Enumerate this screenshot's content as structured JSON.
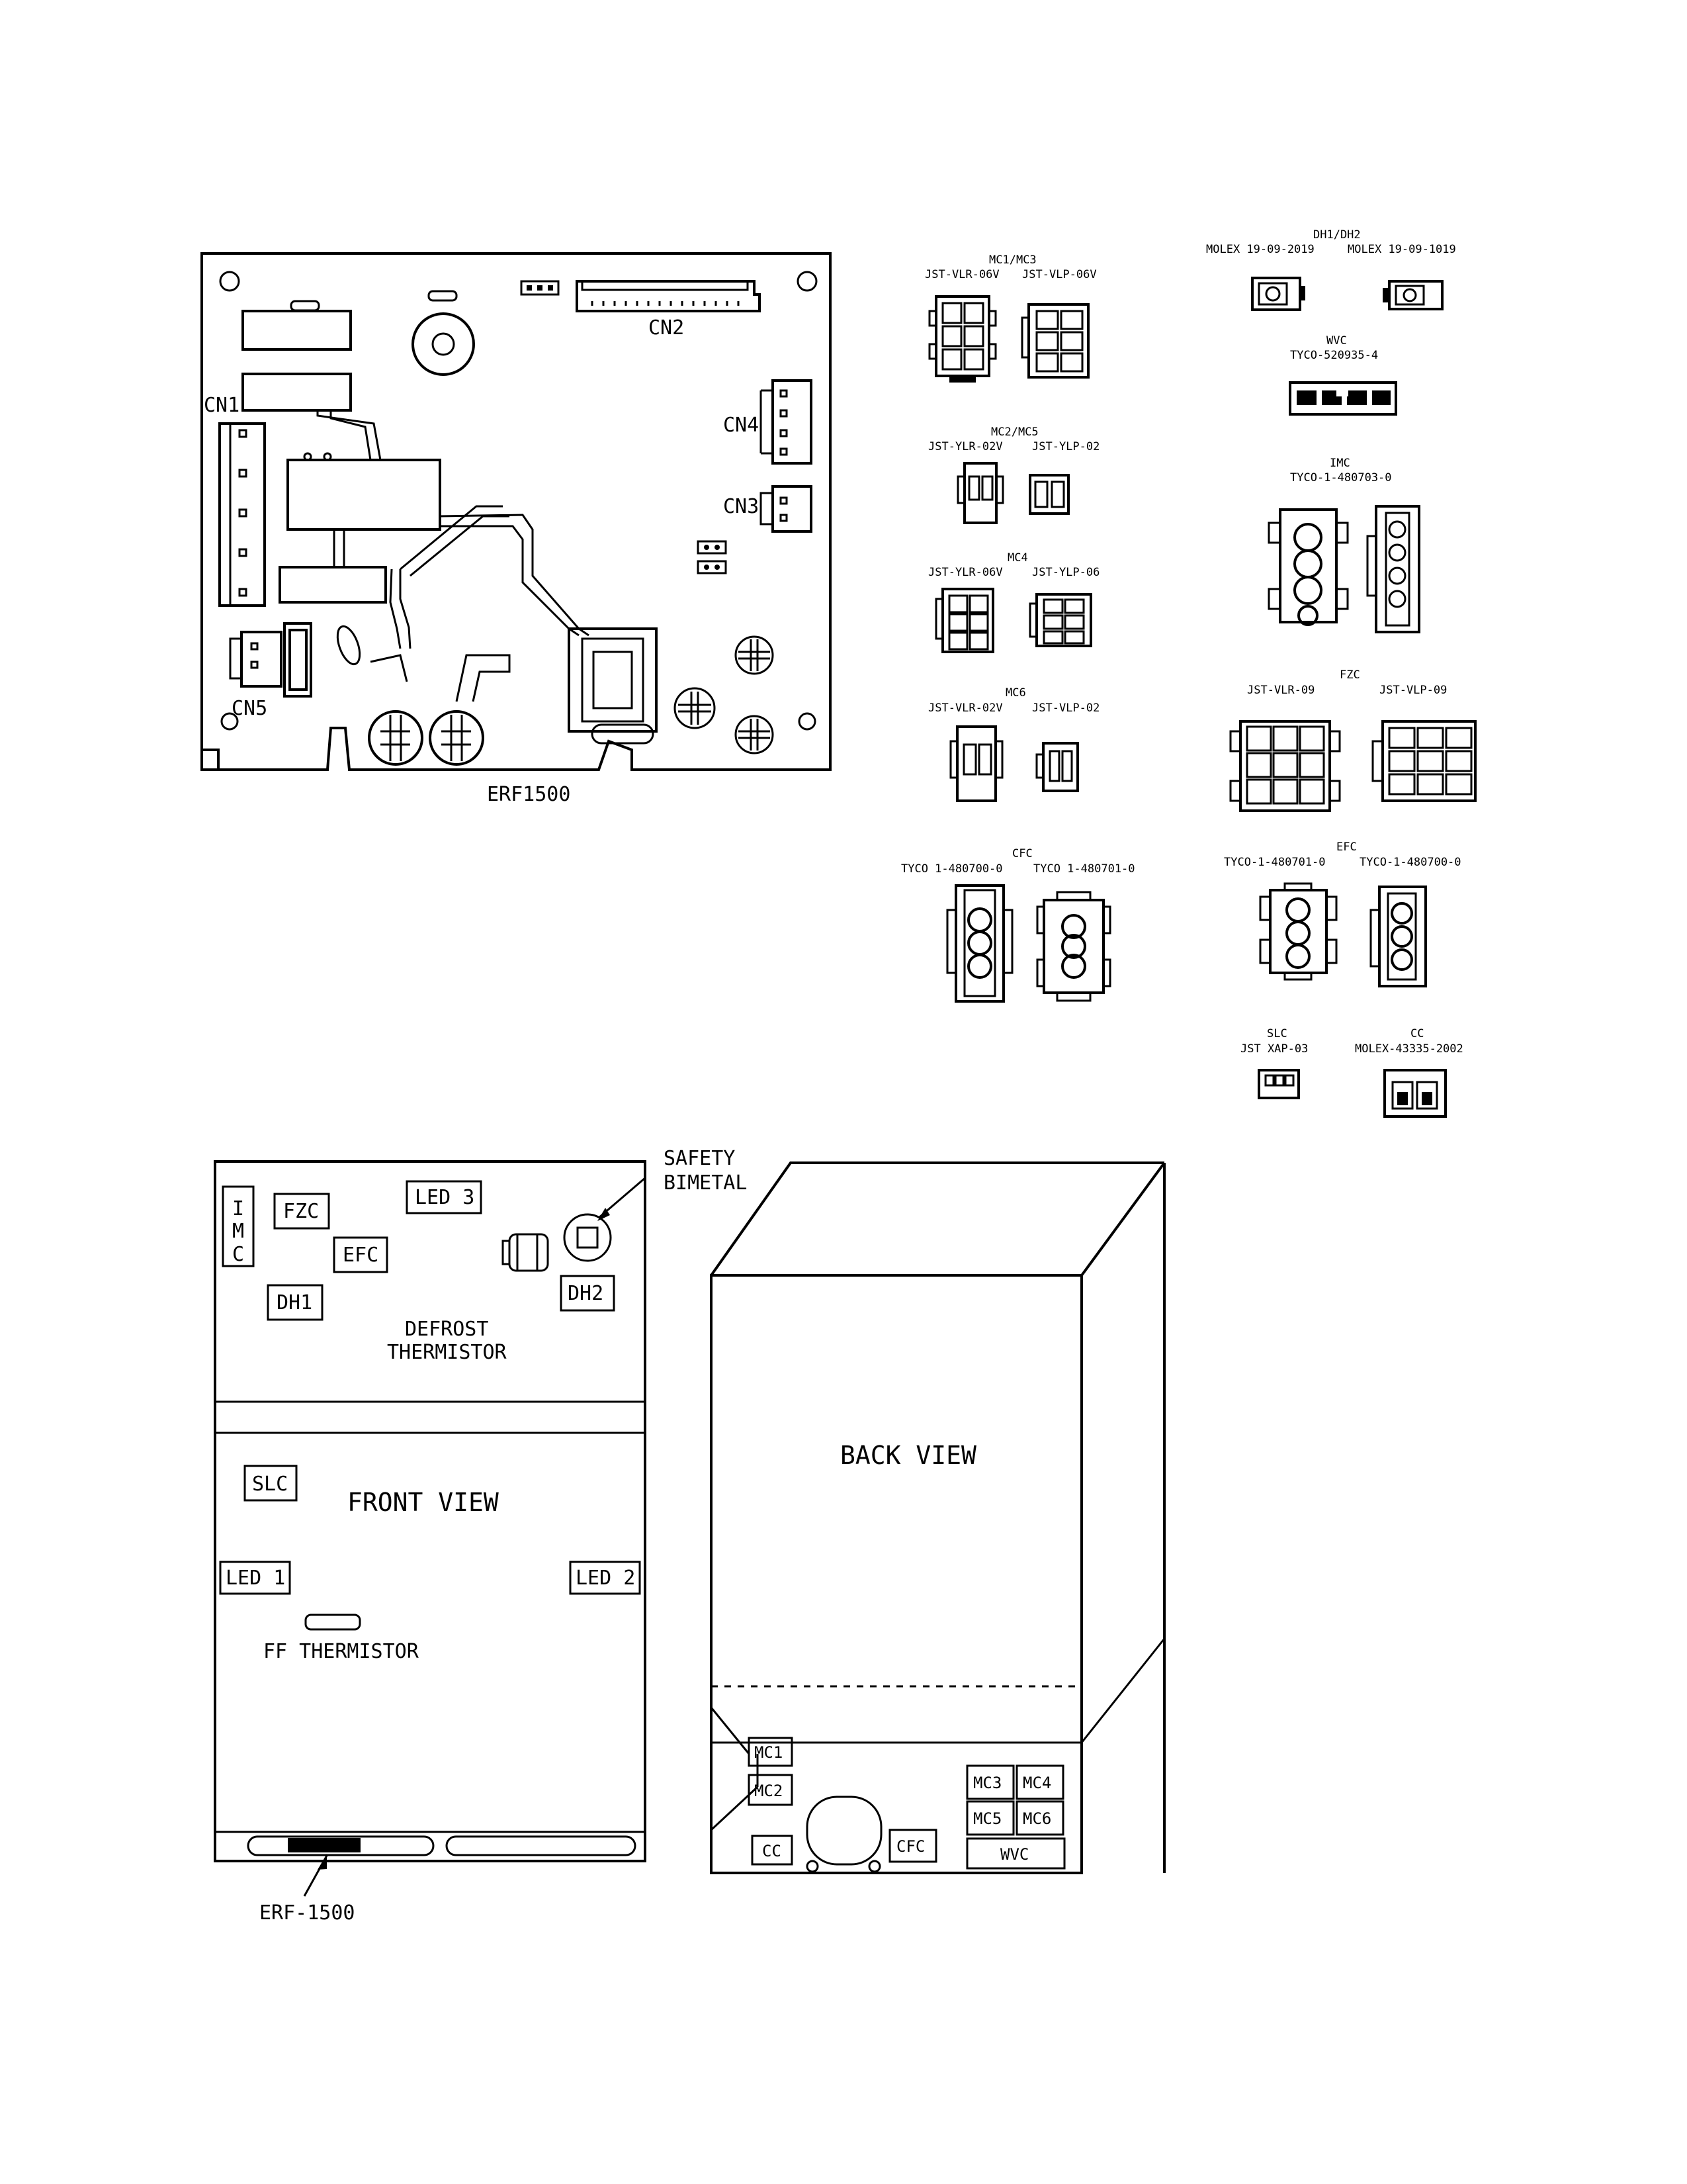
{
  "board": {
    "name": "ERF1500",
    "labels": {
      "cn1": "CN1",
      "cn2": "CN2",
      "cn3": "CN3",
      "cn4": "CN4",
      "cn5": "CN5"
    }
  },
  "connectors": {
    "mc1_mc3": {
      "title": "MC1/MC3",
      "left": "JST-VLR-06V",
      "right": "JST-VLP-06V"
    },
    "mc2_mc5": {
      "title": "MC2/MC5",
      "left": "JST-YLR-02V",
      "right": "JST-YLP-02"
    },
    "mc4": {
      "title": "MC4",
      "left": "JST-YLR-06V",
      "right": "JST-YLP-06"
    },
    "mc6": {
      "title": "MC6",
      "left": "JST-VLR-02V",
      "right": "JST-VLP-02"
    },
    "cfc": {
      "title": "CFC",
      "left": "TYCO 1-480700-0",
      "right": "TYCO 1-480701-0"
    },
    "dh": {
      "title": "DH1/DH2",
      "left": "MOLEX 19-09-2019",
      "right": "MOLEX 19-09-1019"
    },
    "wvc": {
      "title": "WVC",
      "part": "TYCO-520935-4"
    },
    "imc": {
      "title": "IMC",
      "part": "TYCO-1-480703-0"
    },
    "fzc": {
      "title": "FZC",
      "left": "JST-VLR-09",
      "right": "JST-VLP-09"
    },
    "efc": {
      "title": "EFC",
      "left": "TYCO-1-480701-0",
      "right": "TYCO-1-480700-0"
    },
    "slc": {
      "title": "SLC",
      "part": "JST XAP-03"
    },
    "cc": {
      "title": "CC",
      "part": "MOLEX-43335-2002"
    }
  },
  "front_view": {
    "title": "FRONT VIEW",
    "imc": [
      "I",
      "M",
      "C"
    ],
    "fzc": "FZC",
    "led3": "LED 3",
    "efc": "EFC",
    "dh1": "DH1",
    "dh2": "DH2",
    "safety_bimetal": [
      "SAFETY",
      "BIMETAL"
    ],
    "defrost_thermistor": [
      "DEFROST",
      "THERMISTOR"
    ],
    "slc": "SLC",
    "led1": "LED 1",
    "led2": "LED 2",
    "ff_thermistor": "FF THERMISTOR",
    "erf": "ERF-1500"
  },
  "back_view": {
    "title": "BACK VIEW",
    "mc1": "MC1",
    "mc2": "MC2",
    "mc3": "MC3",
    "mc4": "MC4",
    "mc5": "MC5",
    "mc6": "MC6",
    "cc": "CC",
    "cfc": "CFC",
    "wvc": "WVC"
  }
}
